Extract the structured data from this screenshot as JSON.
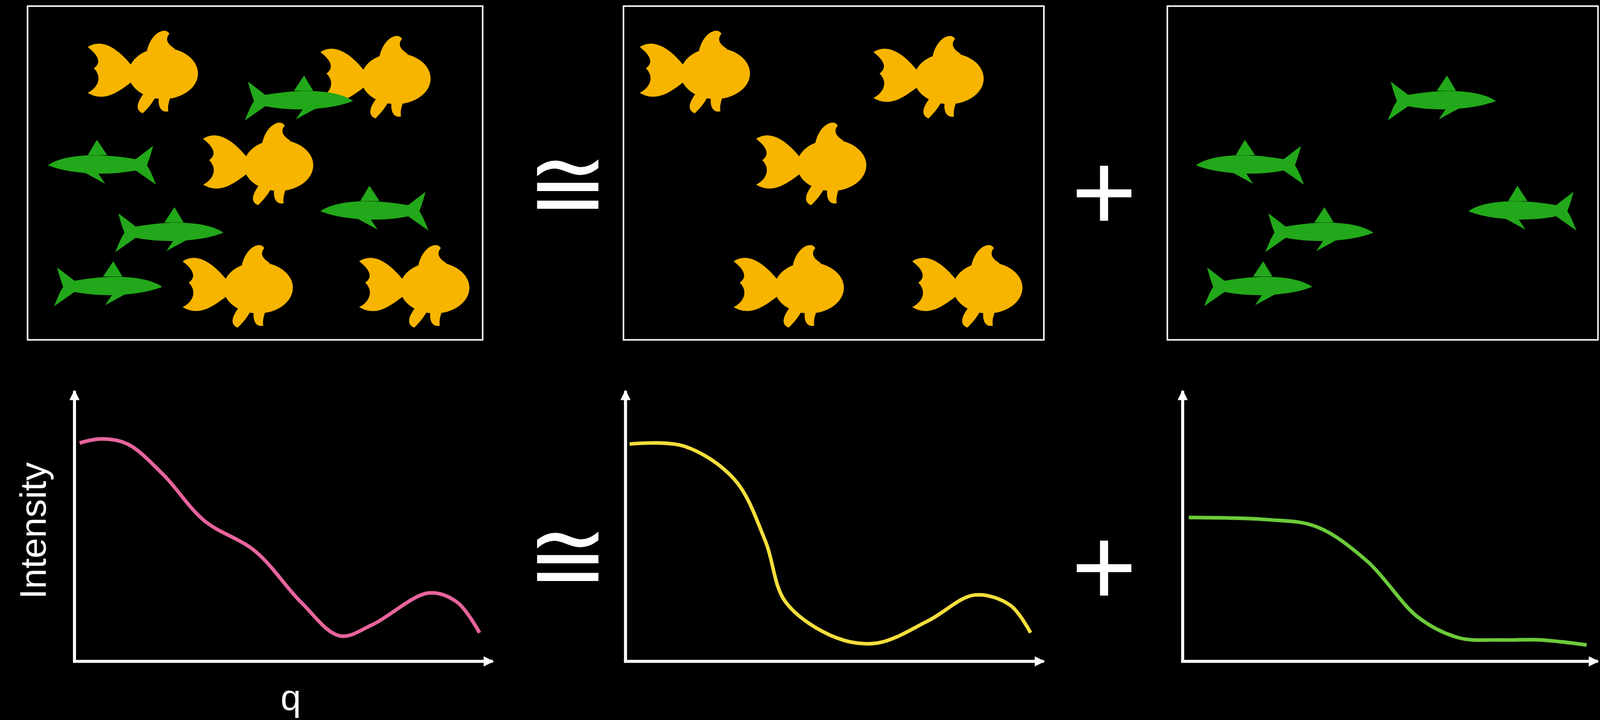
{
  "diagram": {
    "labels": [
      "≅",
      "+",
      "Intensity",
      "≅",
      "+",
      "q"
    ]
  }
}
